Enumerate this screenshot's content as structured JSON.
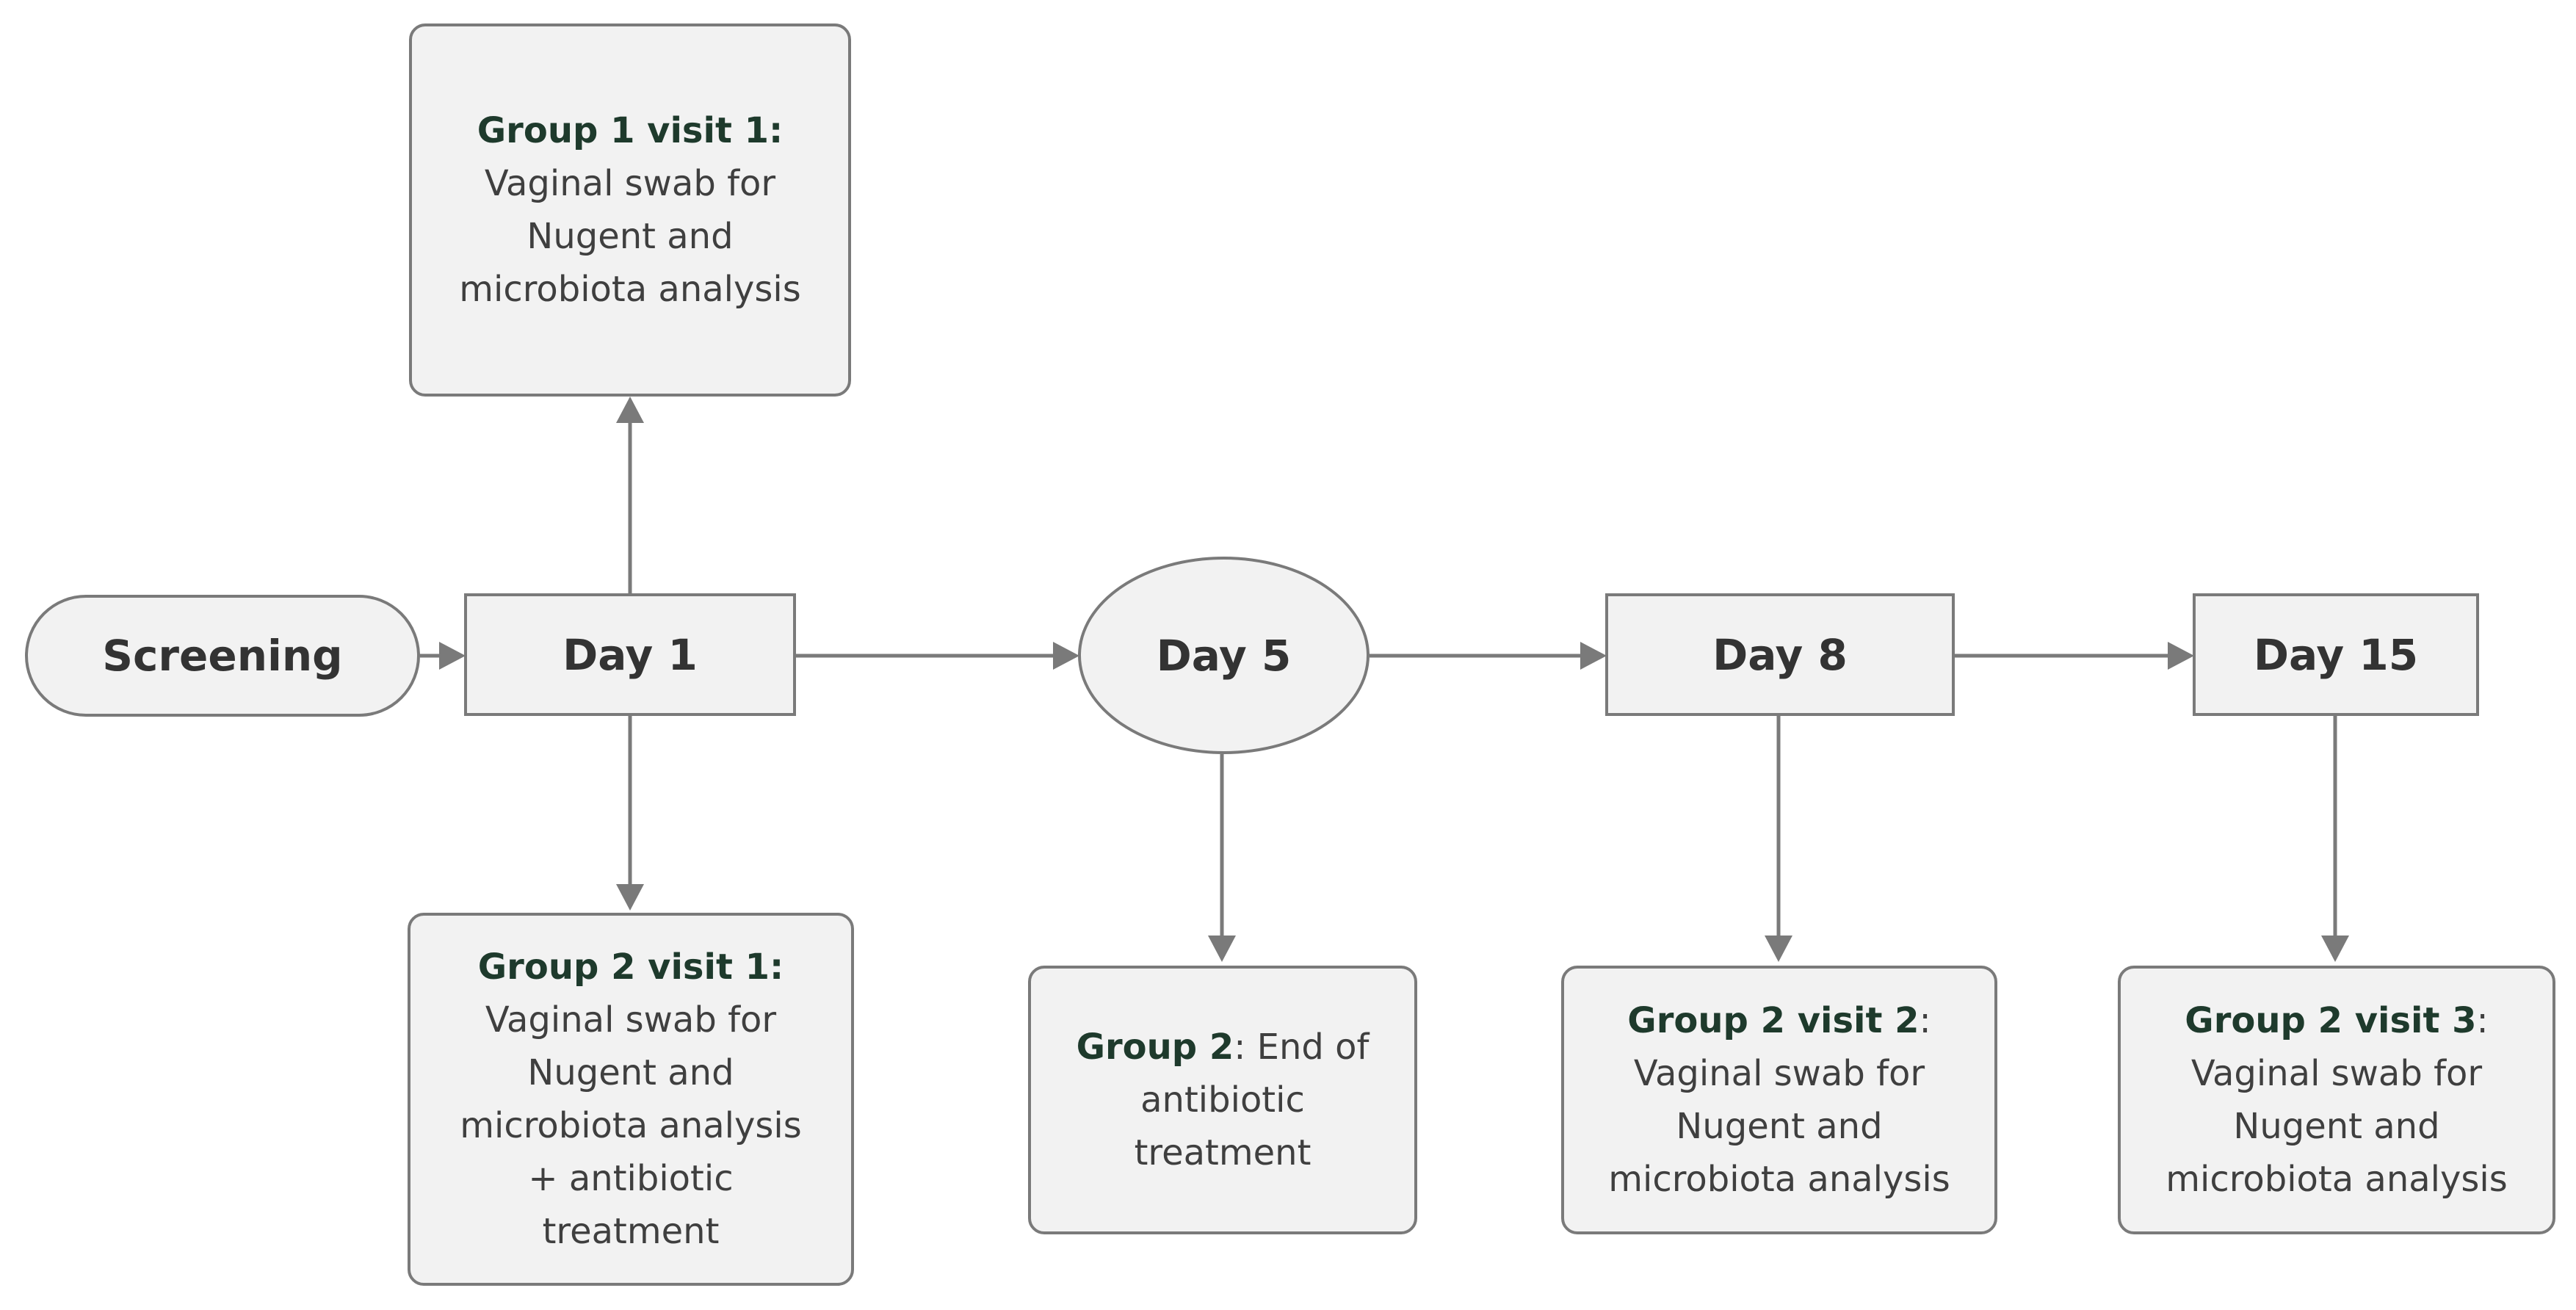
{
  "nodes": {
    "screening": "Screening",
    "day1": "Day 1",
    "day5": "Day 5",
    "day8": "Day 8",
    "day15": "Day 15"
  },
  "notes": {
    "g1v1": {
      "heading": "Group 1 visit 1:",
      "lines": [
        "Vaginal swab for",
        "Nugent and",
        "microbiota analysis"
      ]
    },
    "g2v1": {
      "heading": "Group 2 visit 1:",
      "lines": [
        "Vaginal swab for",
        "Nugent and",
        "microbiota analysis",
        "+ antibiotic",
        "treatment"
      ]
    },
    "g2end": {
      "heading": "Group 2",
      "heading_suffix": ": End of",
      "lines": [
        "antibiotic",
        "treatment"
      ]
    },
    "g2v2": {
      "heading": "Group 2 visit 2",
      "heading_suffix": ":",
      "lines": [
        "Vaginal swab for",
        "Nugent and",
        "microbiota analysis"
      ]
    },
    "g2v3": {
      "heading": "Group 2 visit 3",
      "heading_suffix": ":",
      "lines": [
        "Vaginal swab for",
        "Nugent and",
        "microbiota analysis"
      ]
    }
  }
}
